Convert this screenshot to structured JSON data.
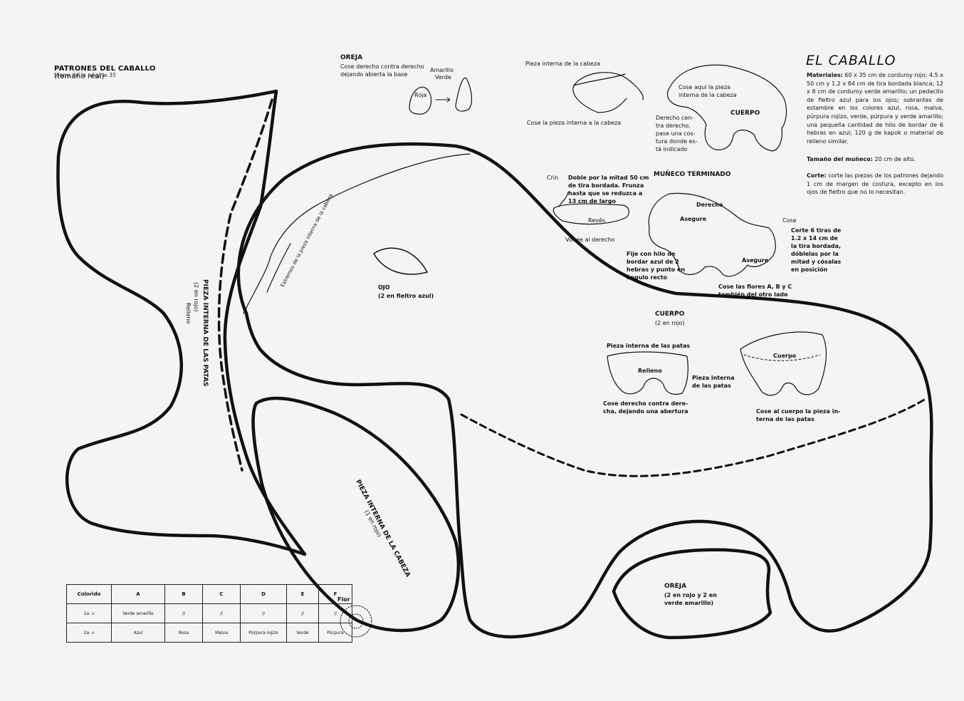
{
  "header": {
    "title": "PATRONES DEL CABALLO",
    "title_suffix": "(tamaño real)",
    "subtitle": "Viene de la página 35"
  },
  "main_title": "EL CABALLO",
  "materials": {
    "label": "Materiales:",
    "text": "60 x 35 cm de corduroy rojo; 4.5 x 50 cm y 1.2 x 84 cm de tira bordada blanca; 12 x 8 cm de corduroy verde amarillo; un pedacito de fieltro azul para los ojos; sobrantes de estambre en los colores azul, rosa, malva, púrpura rojizo, verde, púrpura y verde amarillo; una pequeña cantidad de hilo de bordar de 6 hebras en azul; 120 g de kapok o material de relleno similar."
  },
  "size": {
    "label": "Tamaño del muñeco:",
    "text": "20 cm de alto."
  },
  "cut": {
    "label": "Corte:",
    "text": "corte las piezas de los patrones dejando 1 cm de margen de costura, excepto en los ojos de fieltro que no lo necesitan."
  },
  "oreja_step": {
    "title": "OREJA",
    "text": "Cose derecho contra derecho\ndejando abierta la base",
    "amarillo": "Amarillo",
    "verde": "Verde",
    "roja": "Roja"
  },
  "head_step": {
    "top": "Pieza interna de la cabeza",
    "bottom": "Cose la pieza interna a la cabeza"
  },
  "cuerpo_step": {
    "cose_aqui": "Cose aquí la pieza\ninterna de la cabeza",
    "cuerpo": "CUERPO",
    "derecho": "Derecho cen-\ntra derecho,\npase una cos-\ntura donde es-\ntá indicado"
  },
  "mane_step": {
    "crin": "Crin",
    "text": "Doble por la mitad 50 cm\nde tira bordada. Frunza\nhasta que se reduzca a\n13 cm de largo",
    "reves": "Revés",
    "voltee": "Voltee al derecho"
  },
  "finished": {
    "title": "MUÑECO TERMINADO",
    "derecho": "Derecho",
    "asegure1": "Asegure",
    "asegure2": "Asegure",
    "cose": "Cose",
    "corte_tiras": "Corte 6 tiras de\n1.2 x 14 cm de\nla tira bordada,\ndóblelas por la\nmitad y cósalas\nen posición",
    "fije": "Fije con hilo de\nbordar azul de 2\nhebras y punto en\nángulo recto",
    "flores": "Cose las flores A, B y C\ntambién del otro lado"
  },
  "legs_step": {
    "cuerpo_title": "CUERPO",
    "cuerpo_sub": "(2 en rojo)",
    "pieza_patas": "Pieza interna de las patas",
    "relleno": "Relleno",
    "cose_derecho": "Cose derecho contra dere-\ncha, dejando una abertura",
    "pieza_interna": "Pieza interna\nde las patas",
    "cuerpo_label": "Cuerpo",
    "cose_al_cuerpo": "Cose al cuerpo la pieza in-\nterna de las patas"
  },
  "pattern_labels": {
    "legs_piece": "PIEZA INTERNA DE LAS PATAS",
    "legs_qty": "(2 en rojo)",
    "relleno": "Relleno",
    "extremos": "Extremos de la pieza interna de la cabeza",
    "ojo": "OJO",
    "ojo_qty": "(2 en fieltro azul)",
    "head_piece": "PIEZA INTERNA DE LA CABEZA",
    "head_qty": "(1 en rojo)",
    "oreja": "OREJA",
    "oreja_qty": "(2 en rojo y 2 en\nverde amarillo)"
  },
  "flower_label": "Flor",
  "color_table": {
    "headers": [
      "Colorido",
      "A",
      "B",
      "C",
      "D",
      "E",
      "F"
    ],
    "rows": [
      [
        "1a. v",
        "Verde amarillo",
        "//",
        "//",
        "//",
        "//",
        "//"
      ],
      [
        "2a. v",
        "Azul",
        "Rosa",
        "Malva",
        "Púrpura rojizo",
        "Verde",
        "Púrpura"
      ]
    ]
  }
}
